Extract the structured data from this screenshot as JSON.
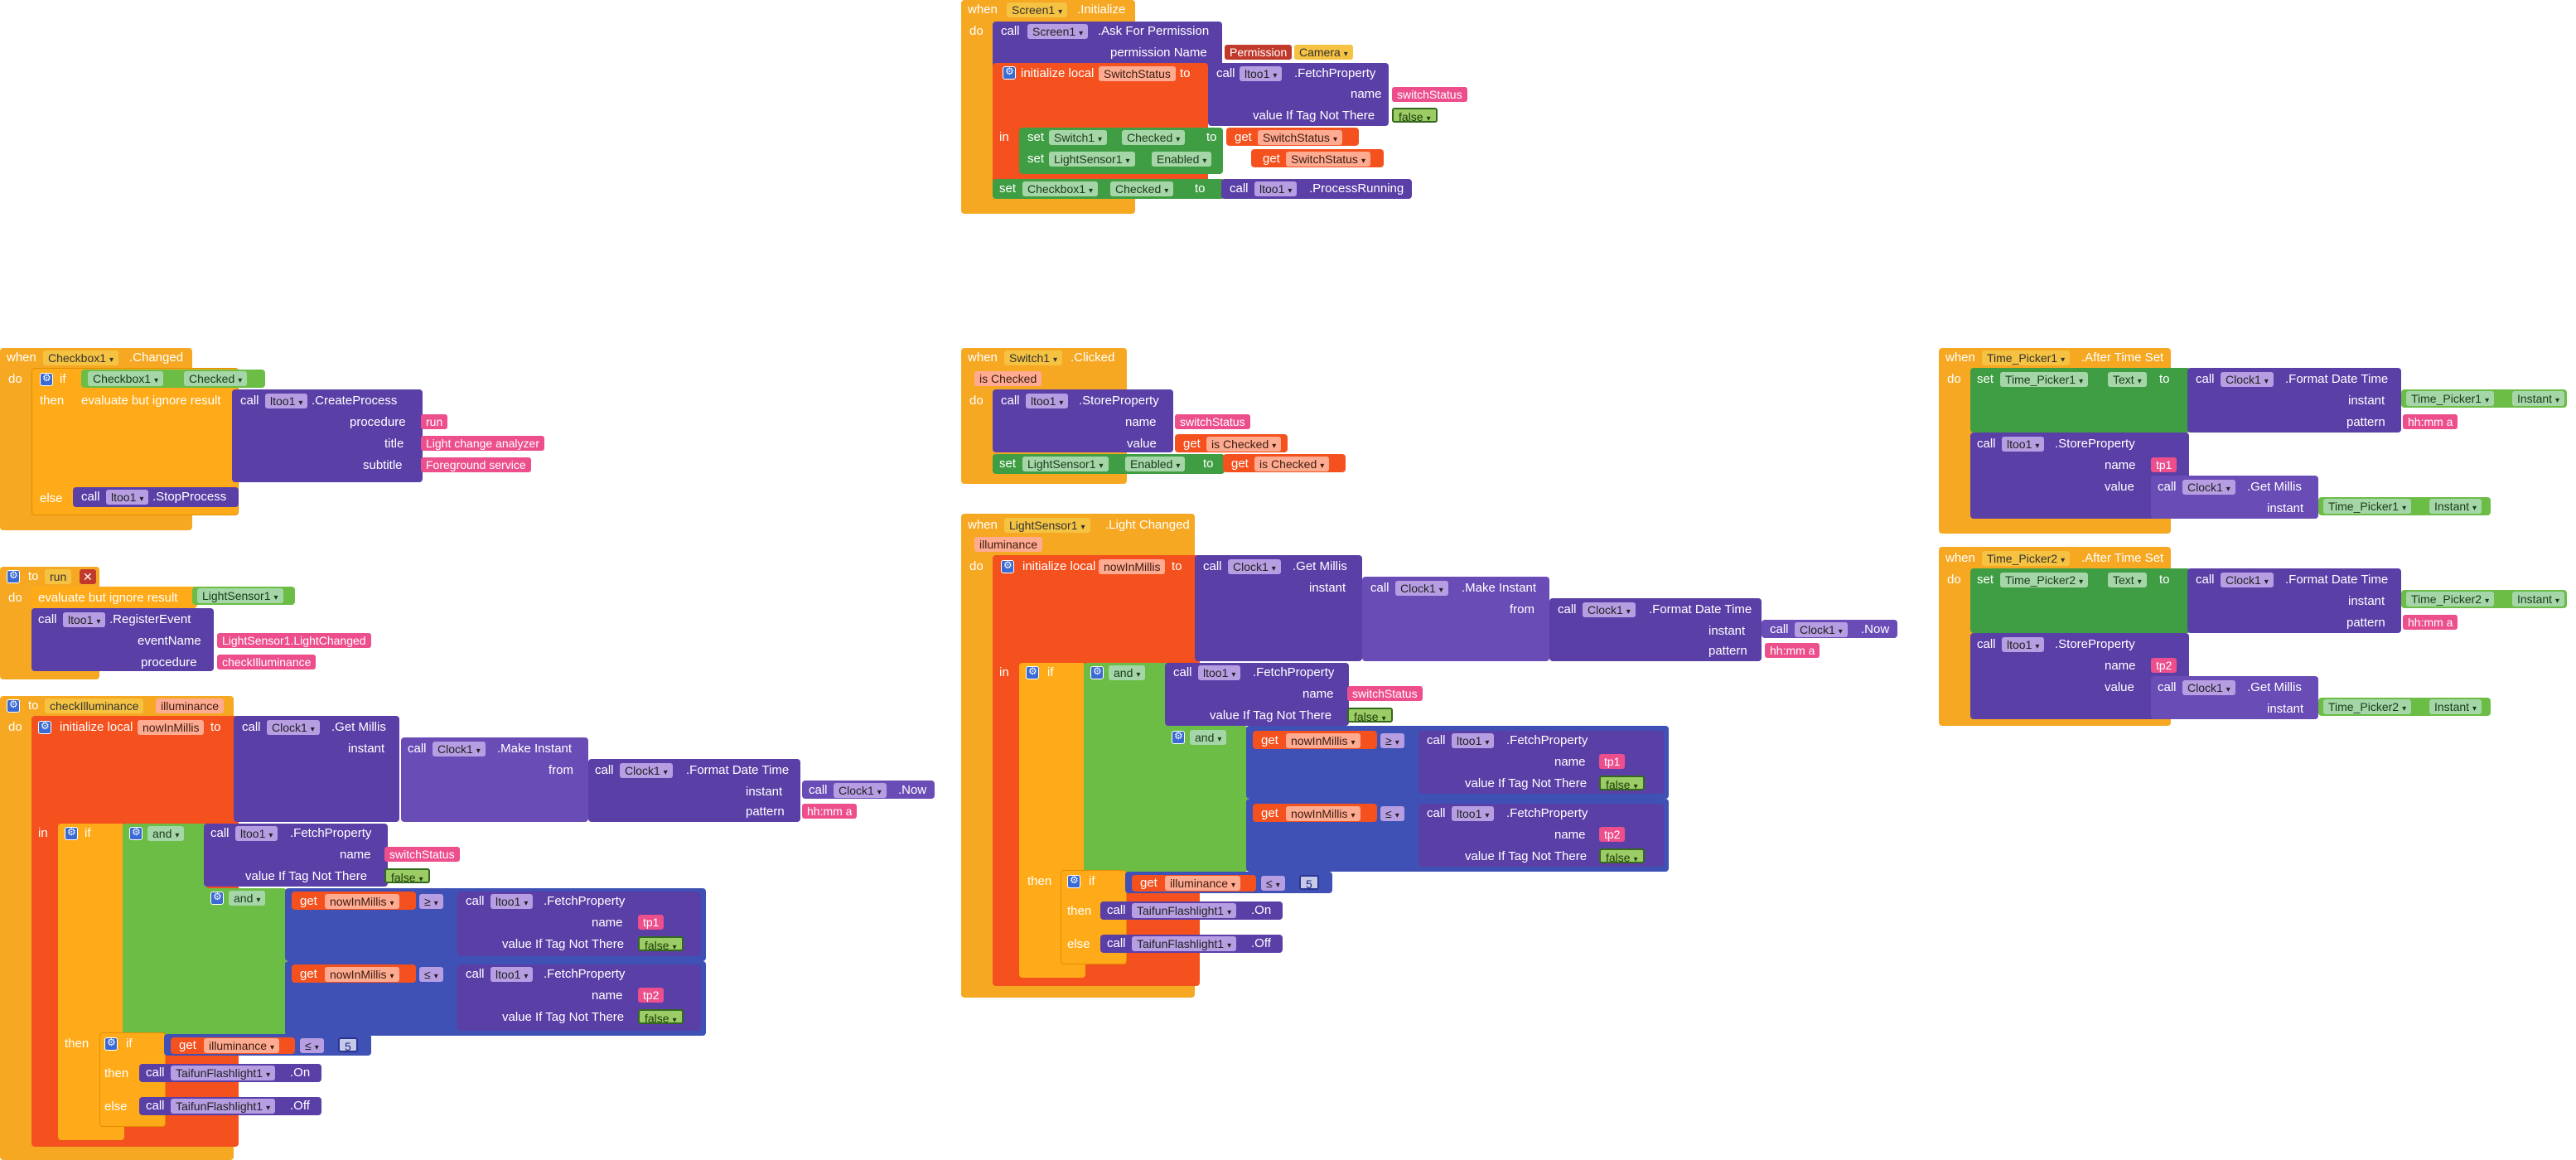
{
  "kw": {
    "when": "when",
    "do": "do",
    "call": "call",
    "set": "set",
    "get": "get",
    "to": "to",
    "in": "in",
    "if": "if",
    "then": "then",
    "else": "else",
    "and": "and",
    "init_local": "initialize local",
    "eval_ignore": "evaluate but ignore result",
    "lte": "≤",
    "gte": "≥",
    "is_checked": "is Checked",
    "illuminance": "illuminance",
    "arrow": "▾"
  },
  "block1": {
    "component": "Screen1",
    "event": ".Initialize",
    "method": ".Ask For Permission",
    "param_permission": "permission Name",
    "permission": "Permission",
    "camera": "Camera",
    "var": "SwitchStatus",
    "fetch_comp": "ltoo1",
    "fetch": ".FetchProperty",
    "name_lbl": "name",
    "name_val": "switchStatus",
    "notthere_lbl": "value If Tag Not There",
    "false": "false",
    "switch": "Switch1",
    "checked": "Checked",
    "sensor": "LightSensor1",
    "enabled": "Enabled",
    "checkbox": "Checkbox1",
    "process_running": ".ProcessRunning"
  },
  "block2": {
    "component": "Checkbox1",
    "event": ".Changed",
    "checked": "Checked",
    "comp": "ltoo1",
    "create": ".CreateProcess",
    "proc_lbl": "procedure",
    "proc_val": "run",
    "title_lbl": "title",
    "title_val": "Light change analyzer",
    "sub_lbl": "subtitle",
    "sub_val": "Foreground service",
    "stop": ".StopProcess"
  },
  "block3": {
    "proc": "run",
    "sensor": "LightSensor1",
    "comp": "ltoo1",
    "register": ".RegisterEvent",
    "event_lbl": "eventName",
    "event_val": "LightSensor1.LightChanged",
    "proc_lbl": "procedure",
    "proc_val": "checkIlluminance"
  },
  "block4": {
    "proc": "checkIlluminance",
    "param": "illuminance",
    "var": "nowInMillis",
    "clock": "Clock1",
    "get_millis": ".Get Millis",
    "instant_lbl": "instant",
    "make_instant": ".Make Instant",
    "from_lbl": "from",
    "format": ".Format Date Time",
    "now": ".Now",
    "pattern_lbl": "pattern",
    "pattern": "hh:mm a",
    "comp": "ltoo1",
    "fetch": ".FetchProperty",
    "name_lbl": "name",
    "switch_status": "switchStatus",
    "notthere_lbl": "value If Tag Not There",
    "false": "false",
    "tp1": "tp1",
    "tp2": "tp2",
    "num": "5",
    "flash": "TaifunFlashlight1",
    "on": ".On",
    "off": ".Off"
  },
  "block5": {
    "component": "Switch1",
    "event": ".Clicked",
    "comp": "ltoo1",
    "store": ".StoreProperty",
    "name_lbl": "name",
    "name_val": "switchStatus",
    "value_lbl": "value",
    "sensor": "LightSensor1",
    "enabled": "Enabled"
  },
  "block6": {
    "component": "LightSensor1",
    "event": ".Light Changed"
  },
  "block7": {
    "component": "Time_Picker1",
    "event": ".After Time Set",
    "text": "Text",
    "clock": "Clock1",
    "format": ".Format Date Time",
    "instant_lbl": "instant",
    "instant": "Instant",
    "pattern_lbl": "pattern",
    "pattern": "hh:mm a",
    "comp": "ltoo1",
    "store": ".StoreProperty",
    "name_lbl": "name",
    "name_val": "tp1",
    "value_lbl": "value",
    "get_millis": ".Get Millis"
  },
  "block8": {
    "component": "Time_Picker2",
    "name_val": "tp2"
  }
}
